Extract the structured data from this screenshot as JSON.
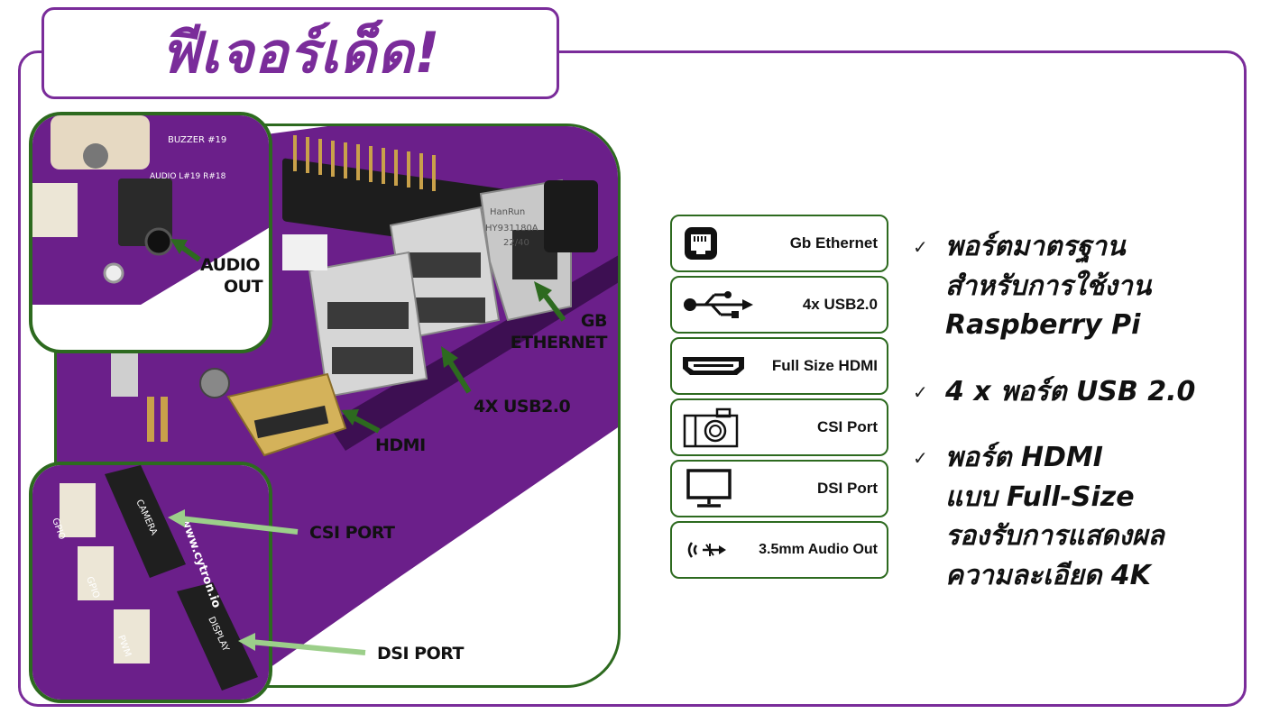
{
  "title": "ฟีเจอร์เด็ด!",
  "callouts": {
    "audio": [
      "AUDIO",
      "OUT"
    ],
    "gb_ethernet": [
      "GB",
      "ETHERNET"
    ],
    "usb": "4X USB2.0",
    "hdmi": "HDMI",
    "csi": "CSI PORT",
    "dsi": "DSI PORT"
  },
  "board_labels": {
    "buzzer": "BUZZER #19",
    "audio_silk": "AUDIO L#19 R#18",
    "camera": "CAMERA",
    "display": "DISPLAY",
    "website": "www.cytron.io",
    "gpio1": "GPIO",
    "gpio2": "GPIO",
    "pwm": "PWM",
    "eth_brand": "HanRun",
    "eth_model": "HY931180A",
    "eth_date": "22/40"
  },
  "features": [
    {
      "icon": "ethernet-icon",
      "label": "Gb Ethernet"
    },
    {
      "icon": "usb-icon",
      "label": "4x USB2.0"
    },
    {
      "icon": "hdmi-icon",
      "label": "Full Size HDMI"
    },
    {
      "icon": "camera-icon",
      "label": "CSI Port"
    },
    {
      "icon": "monitor-icon",
      "label": "DSI Port"
    },
    {
      "icon": "audio-icon",
      "label": "3.5mm Audio Out"
    }
  ],
  "bullets": [
    {
      "check": "✓",
      "lines": [
        "พอร์ตมาตรฐาน",
        "สำหรับการใช้งาน",
        "Raspberry Pi"
      ]
    },
    {
      "check": "✓",
      "lines": [
        "4 x พอร์ต USB 2.0"
      ]
    },
    {
      "check": "✓",
      "lines": [
        "พอร์ต HDMI",
        "แบบ Full-Size",
        "รองรับการแสดงผล",
        "ความละเอียด 4K"
      ]
    }
  ],
  "colors": {
    "purple": "#7a2c9a",
    "green": "#2d6a1f",
    "pcb": "#6b1f8a",
    "pcb_dark": "#4e1366",
    "light_arrow": "#9ccf8a"
  }
}
